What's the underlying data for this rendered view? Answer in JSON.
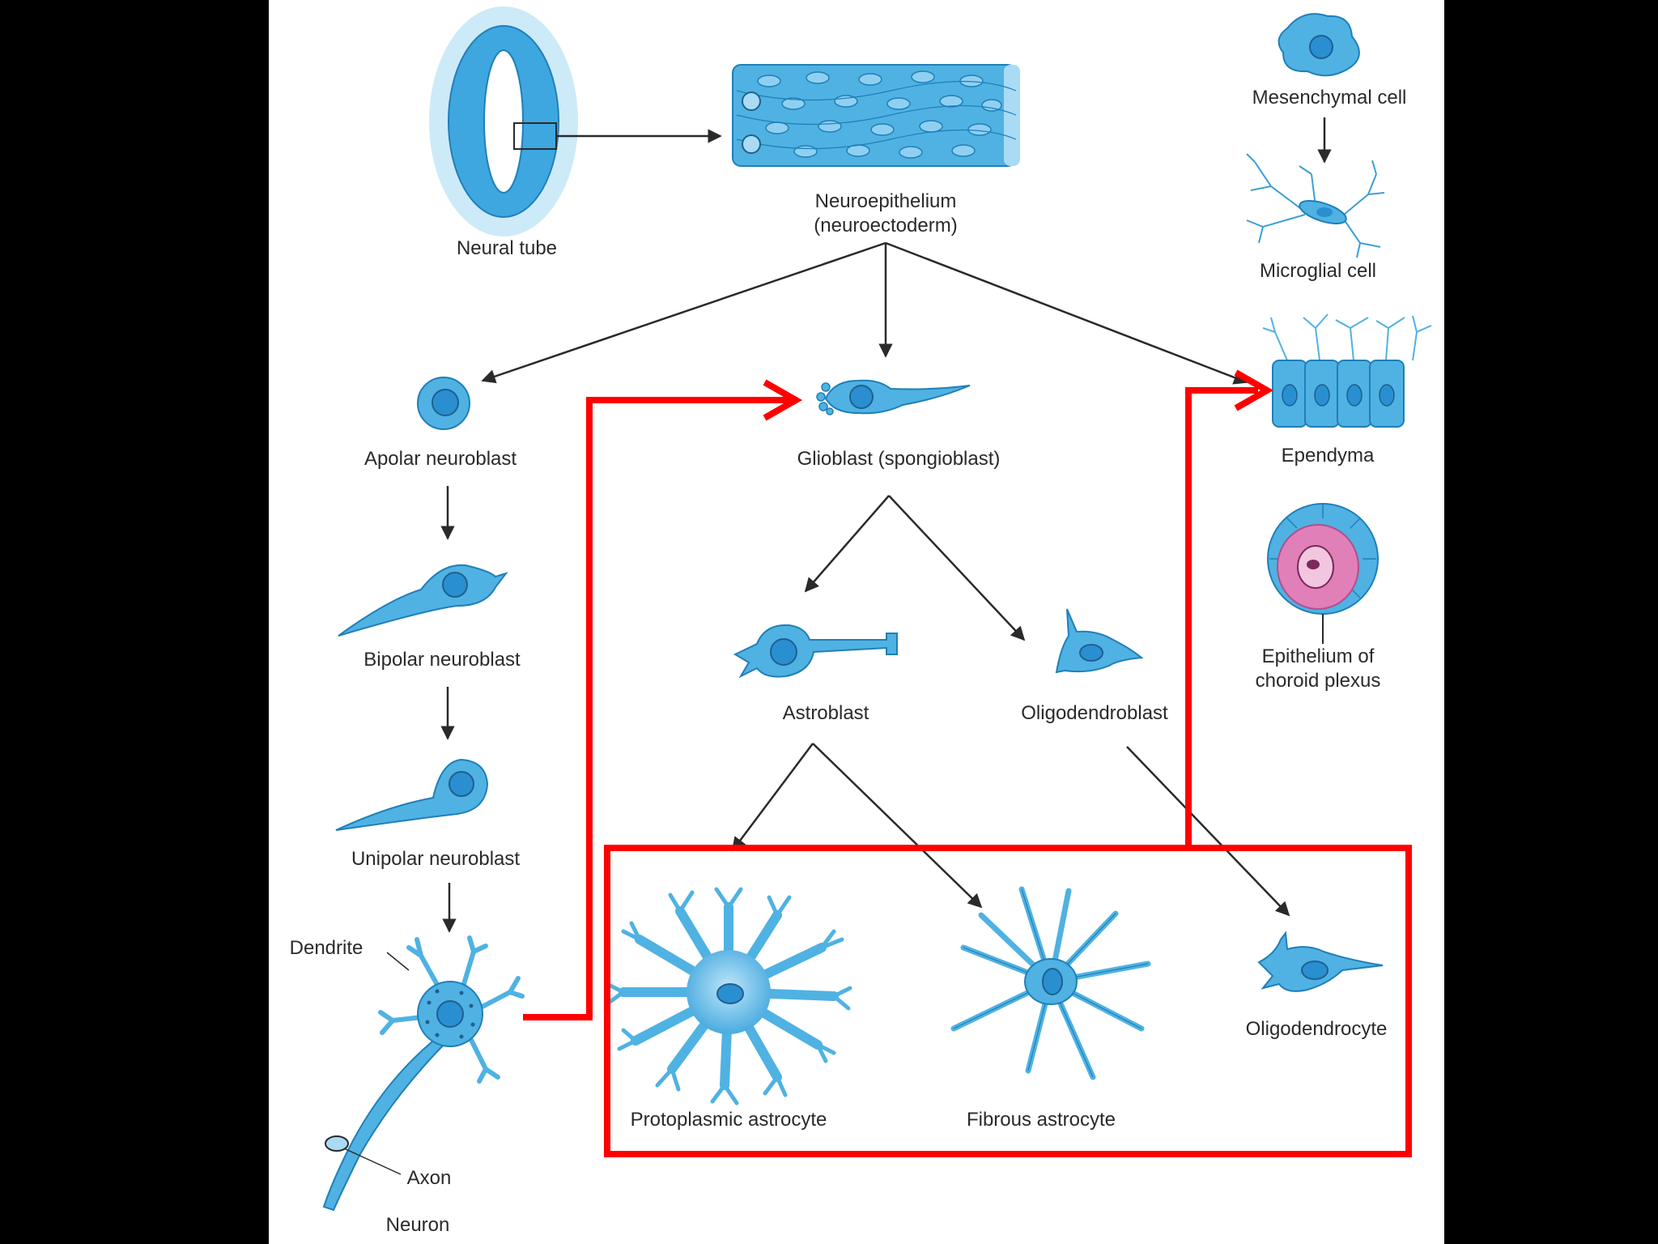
{
  "labels": {
    "neural_tube": "Neural tube",
    "neuroepithelium_1": "Neuroepithelium",
    "neuroepithelium_2": "(neuroectoderm)",
    "mesenchymal": "Mesenchymal cell",
    "microglial": "Microglial cell",
    "ependyma": "Ependyma",
    "choroid_1": "Epithelium of",
    "choroid_2": "choroid plexus",
    "apolar": "Apolar neuroblast",
    "bipolar": "Bipolar neuroblast",
    "unipolar": "Unipolar neuroblast",
    "dendrite": "Dendrite",
    "axon": "Axon",
    "neuron": "Neuron",
    "glioblast": "Glioblast (spongioblast)",
    "astroblast": "Astroblast",
    "oligodendroblast": "Oligodendroblast",
    "protoplasmic": "Protoplasmic astrocyte",
    "fibrous": "Fibrous astrocyte",
    "oligodendrocyte": "Oligodendrocyte"
  },
  "colors": {
    "cell_fill": "#4fb2e3",
    "cell_light": "#bfe4f7",
    "nucleus": "#2a8fd0",
    "arrow": "#2a2a2a",
    "highlight": "#ff0000",
    "choroid_pink": "#e07fb8",
    "panel": "#ffffff",
    "letterbox": "#000000"
  }
}
